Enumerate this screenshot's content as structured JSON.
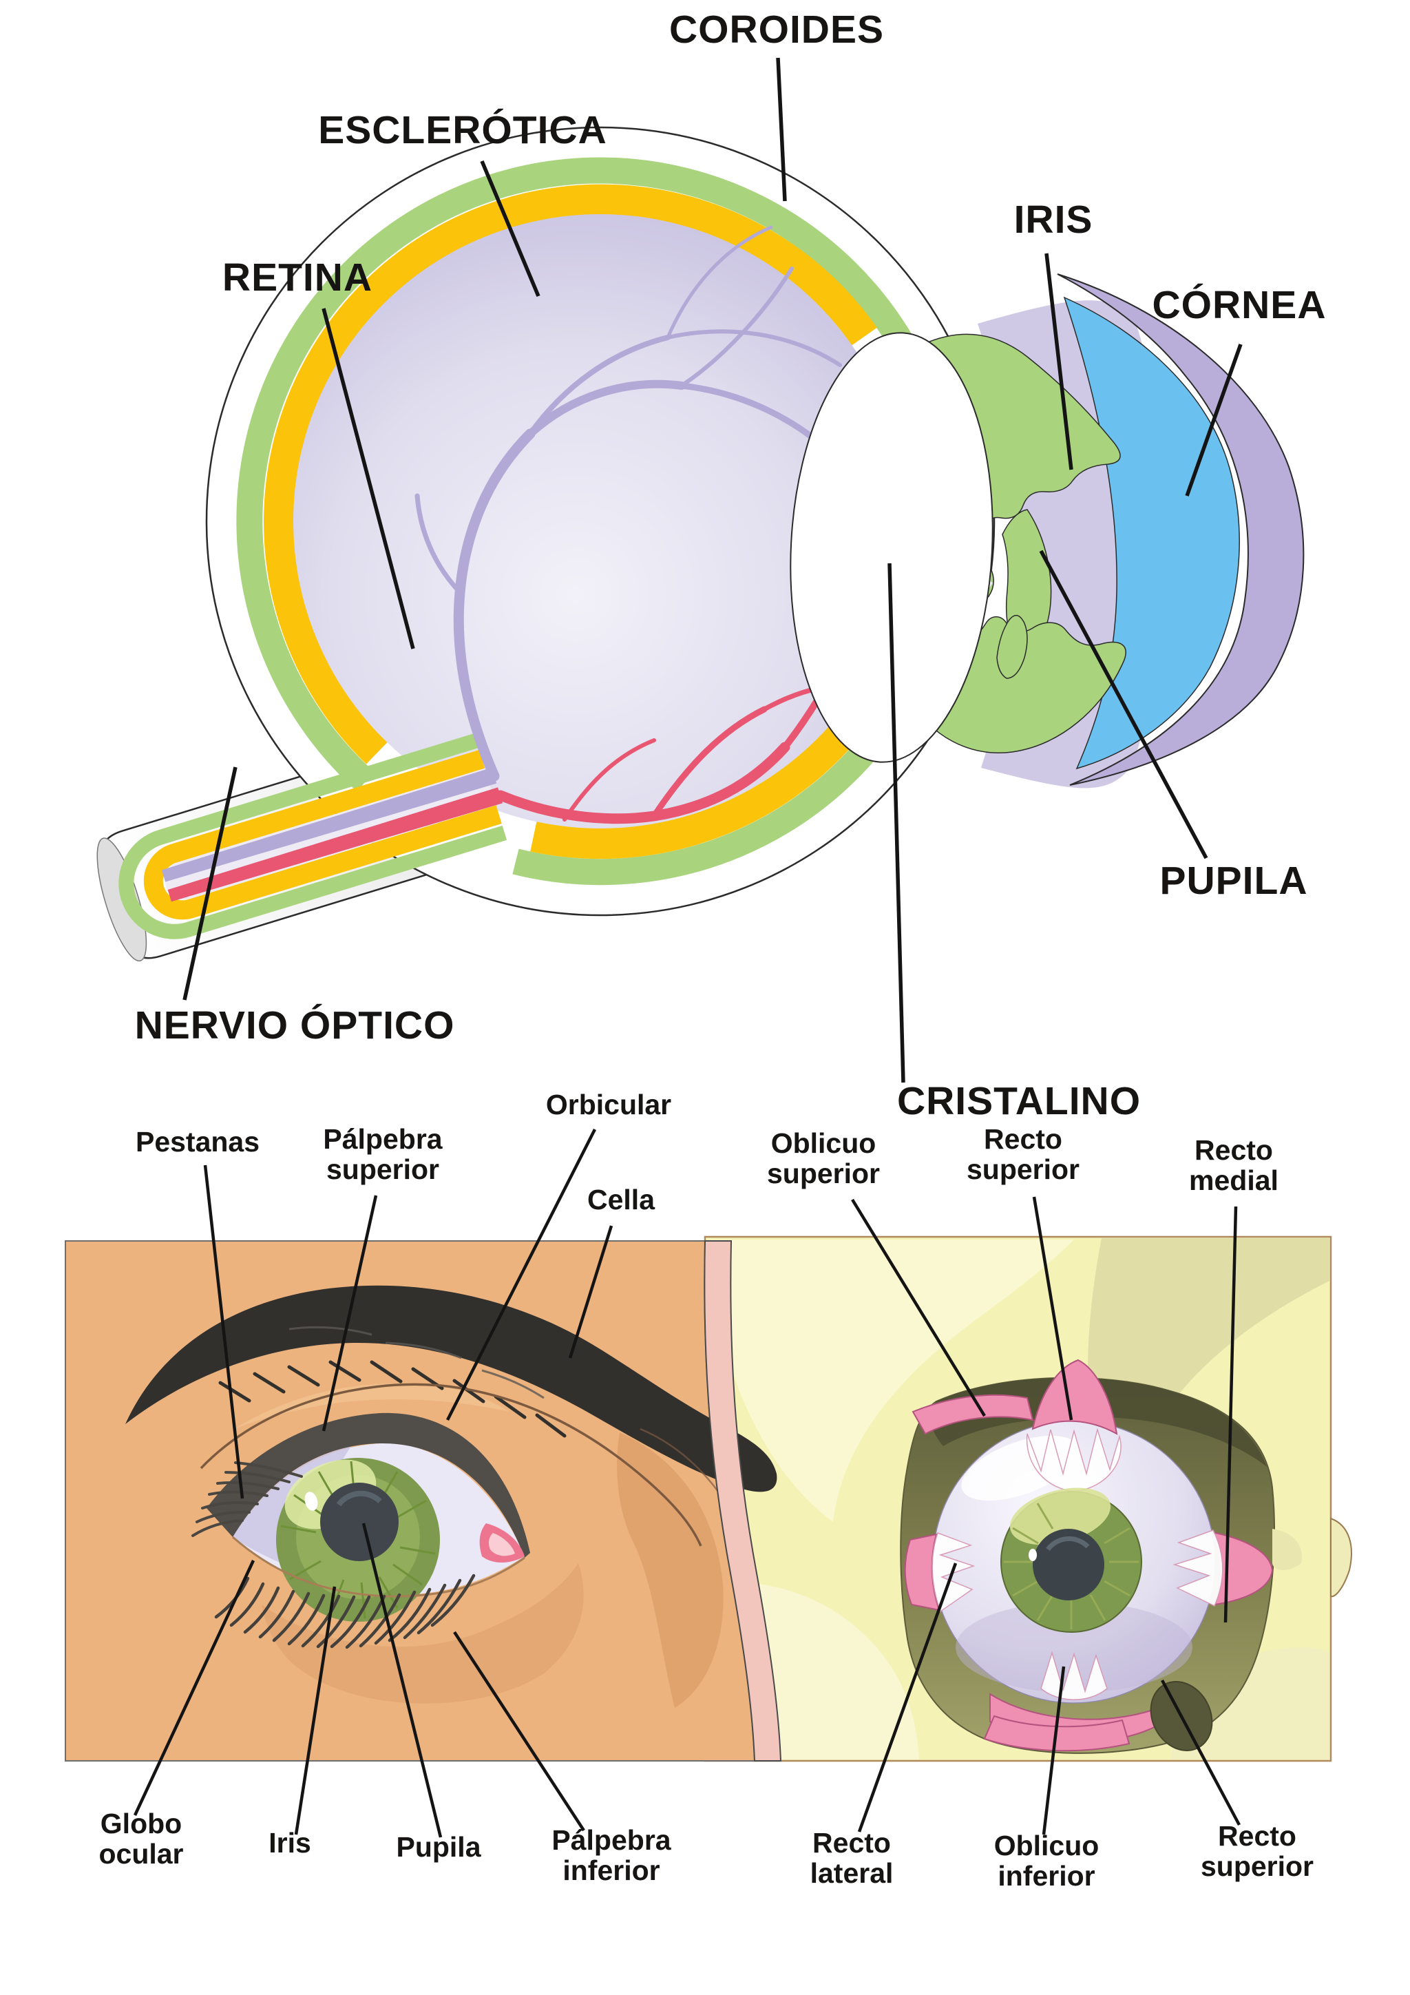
{
  "figure_labels": {
    "cross_section": {
      "coroides": "COROIDES",
      "esclerotica": "ESCLERÓTICA",
      "retina": "RETINA",
      "iris": "IRIS",
      "cornea": "CÓRNEA",
      "pupila": "PUPILA",
      "nervio_optico": "NERVIO ÓPTICO",
      "cristalino": "CRISTALINO"
    },
    "external_eye": {
      "pestanas": "Pestanas",
      "palpebra_superior": {
        "line1": "Pálpebra",
        "line2": "superior"
      },
      "orbicular": "Orbicular",
      "cella": "Cella",
      "globo_ocular": {
        "line1": "Globo",
        "line2": "ocular"
      },
      "iris": "Iris",
      "pupila": "Pupila",
      "palpebra_inferior": {
        "line1": "Pálpebra",
        "line2": "inferior"
      }
    },
    "eye_muscles": {
      "oblicuo_superior": {
        "line1": "Oblicuo",
        "line2": "superior"
      },
      "recto_superior_top": {
        "line1": "Recto",
        "line2": "superior"
      },
      "recto_medial": {
        "line1": "Recto",
        "line2": "medial"
      },
      "recto_lateral": {
        "line1": "Recto",
        "line2": "lateral"
      },
      "oblicuo_inferior": {
        "line1": "Oblicuo",
        "line2": "inferior"
      },
      "recto_superior_bottom": {
        "line1": "Recto",
        "line2": "superior"
      }
    }
  },
  "colors": {
    "sclera_white": "#ffffff",
    "choroid_green": "#a9d47d",
    "retina_yellow": "#fcc30b",
    "vitreous_lavender": "#d8d5e9",
    "vein_purple": "#b2a9d6",
    "artery_red": "#e85672",
    "cornea_purple": "#b9aed9",
    "aqueous_blue": "#6ac1ef",
    "lens_white": "#ffffff",
    "skin": "#edb37e",
    "eyebrow_black": "#32302d",
    "iris_green": "#7d9a4e",
    "bone_yellow": "#f5f2b6",
    "socket_olive": "#7e7e50",
    "muscle_pink": "#ef8fb2",
    "divider_pink": "#f3c6bd",
    "label_black": "#161514"
  }
}
